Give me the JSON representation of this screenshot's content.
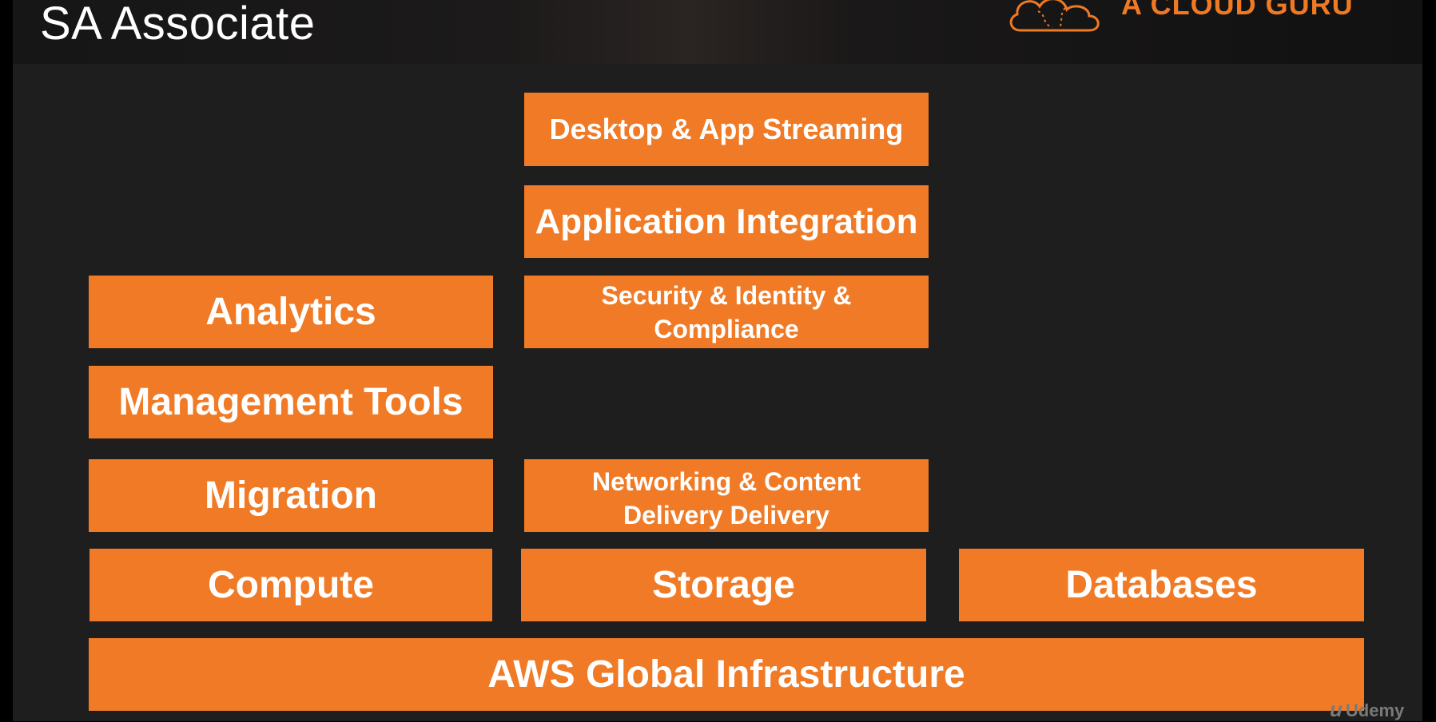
{
  "slide": {
    "title": "SA Associate",
    "brand": "A CLOUD GURU",
    "brand_color": "#f07a24",
    "box_color": "#f07a25",
    "watermark": "Udemy",
    "watermark_icon": "udemy-logo-icon"
  },
  "boxes": {
    "desktop_app_streaming": "Desktop & App Streaming",
    "application_integration": "Application Integration",
    "analytics": "Analytics",
    "security_line1": "Security & Identity &",
    "security_line2": "Compliance",
    "management_tools": "Management Tools",
    "migration": "Migration",
    "networking_line1": "Networking & Content",
    "networking_line2": "Delivery Delivery",
    "compute": "Compute",
    "storage": "Storage",
    "databases": "Databases",
    "global_infrastructure": "AWS Global Infrastructure"
  }
}
